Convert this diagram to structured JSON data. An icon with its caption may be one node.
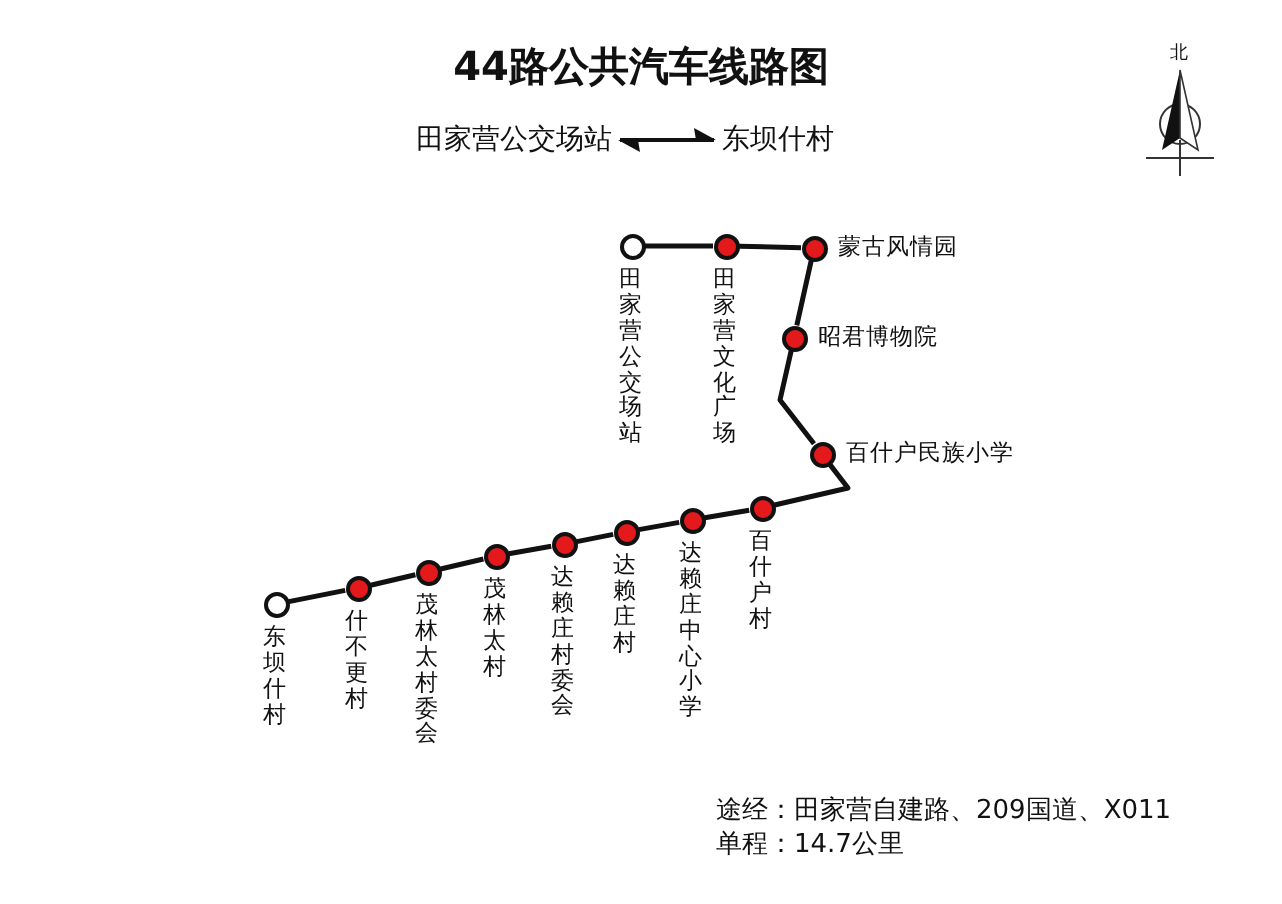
{
  "diagram": {
    "title": "44路公共汽车线路图",
    "nodes": [
      {
        "text": [
          "田家营公交场站"
        ]
      },
      {
        "text": [
          "东坝什村"
        ]
      },
      {
        "text": [
          "田家营公交场站"
        ]
      },
      {
        "text": [
          "田家营文化广场"
        ]
      },
      {
        "text": [
          "蒙古风情园"
        ]
      },
      {
        "text": [
          "昭君博物院"
        ]
      },
      {
        "text": [
          "百什户民族小学"
        ]
      },
      {
        "text": [
          "百什户村"
        ]
      },
      {
        "text": [
          "达赖庄中心小学"
        ]
      },
      {
        "text": [
          "达赖庄村"
        ]
      },
      {
        "text": [
          "达赖庄村委会"
        ]
      },
      {
        "text": [
          "茂林太村"
        ]
      },
      {
        "text": [
          "茂林太村委会"
        ]
      },
      {
        "text": [
          "什不更村"
        ]
      },
      {
        "text": [
          "东坝什村"
        ]
      }
    ],
    "edges": [
      {
        "from": 0,
        "to": 1,
        "arrow": "both"
      },
      {
        "from": 2,
        "to": 3,
        "arrow": "none"
      },
      {
        "from": 3,
        "to": 4,
        "arrow": "none"
      },
      {
        "from": 4,
        "to": 5,
        "arrow": "none"
      },
      {
        "from": 5,
        "to": 6,
        "arrow": "none"
      },
      {
        "from": 6,
        "to": 7,
        "arrow": "none"
      },
      {
        "from": 7,
        "to": 8,
        "arrow": "none"
      },
      {
        "from": 8,
        "to": 9,
        "arrow": "none"
      },
      {
        "from": 9,
        "to": 10,
        "arrow": "none"
      },
      {
        "from": 10,
        "to": 11,
        "arrow": "none"
      },
      {
        "from": 11,
        "to": 12,
        "arrow": "none"
      },
      {
        "from": 12,
        "to": 13,
        "arrow": "none"
      },
      {
        "from": 13,
        "to": 14,
        "arrow": "none"
      }
    ],
    "labels": [
      "北",
      "途经：田家营自建路、209国道、X011",
      "单程：14.7公里"
    ]
  }
}
